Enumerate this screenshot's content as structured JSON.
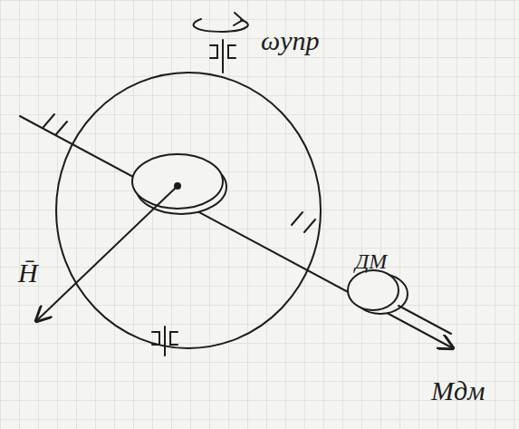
{
  "diagram": {
    "labels": [
      "ωупр",
      "H̄",
      "ДМ",
      "Мдм"
    ]
  }
}
